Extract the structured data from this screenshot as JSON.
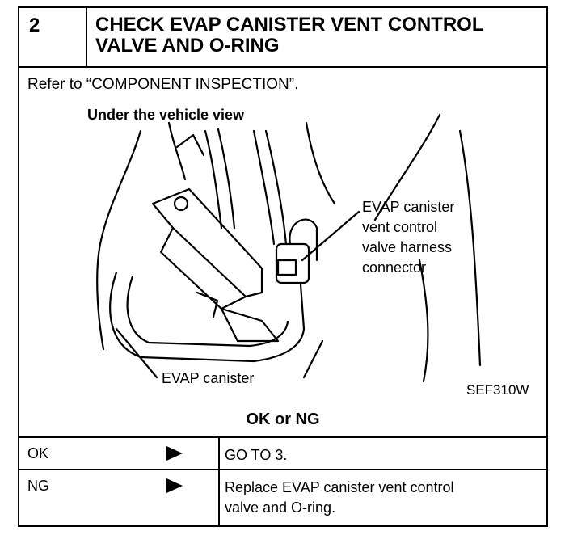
{
  "step": {
    "number": "2",
    "title_line1": "CHECK EVAP CANISTER VENT CONTROL",
    "title_line2": "VALVE AND O-RING"
  },
  "refer_text": "Refer to “COMPONENT INSPECTION”.",
  "figure": {
    "view_label": "Under the vehicle view",
    "callout_connector": [
      "EVAP canister",
      "vent control",
      "valve harness",
      "connector"
    ],
    "callout_canister": "EVAP canister",
    "code": "SEF310W"
  },
  "result_heading": "OK or NG",
  "results": [
    {
      "status": "OK",
      "action_lines": [
        "GO TO 3."
      ]
    },
    {
      "status": "NG",
      "action_lines": [
        "Replace EVAP canister vent control",
        "valve and O-ring."
      ]
    }
  ]
}
